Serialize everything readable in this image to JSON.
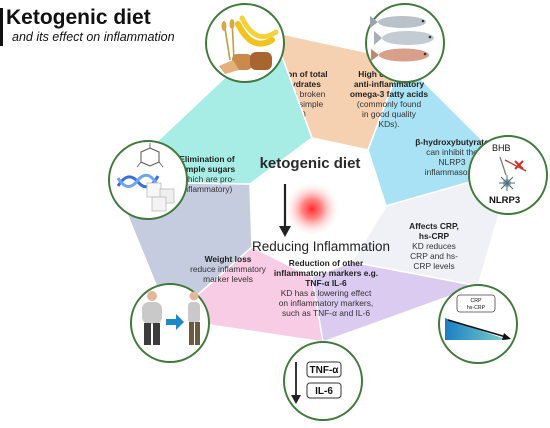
{
  "header": {
    "title": "Ketogenic diet",
    "subtitle": "and its effect on inflammation"
  },
  "center": {
    "label": "ketogenic diet",
    "outcome": "Reducing Inflammation"
  },
  "segments": [
    {
      "name": "carbohydrates",
      "fill": "#f6d1b1",
      "bold": [
        "Reduction of total",
        "carbohydrates"
      ],
      "normal": [
        "(which are broken",
        "down into simple",
        "sugars)"
      ]
    },
    {
      "name": "omega3",
      "fill": "#a8e2f4",
      "bold": [
        "High content of",
        "anti-inflammatory",
        "omega-3 fatty acids"
      ],
      "normal": [
        "(commonly found",
        "in good quality",
        "KDs)."
      ]
    },
    {
      "name": "bhb",
      "fill": "#eff1f6",
      "bold": [
        "β-hydroxybutyrate"
      ],
      "normal": [
        "can inhibit the",
        "NLRP3",
        "inflammasome"
      ]
    },
    {
      "name": "crp",
      "fill": "#dccbf1",
      "bold": [
        "Affects CRP,",
        "hs-CRP"
      ],
      "normal": [
        "KD reduces",
        "CRP and hs-",
        "CRP levels"
      ]
    },
    {
      "name": "markers",
      "fill": "#f7cce4",
      "bold": [
        "Reduction of other",
        "inflammatory markers e.g.",
        "TNF-α  IL-6"
      ],
      "normal": [
        "KD has a lowering effect",
        "on inflammatory markers,",
        "such as TNF-α and IL-6"
      ]
    },
    {
      "name": "weight",
      "fill": "#c5ccdf",
      "bold": [
        "Weight loss"
      ],
      "normal": [
        "reduce inflammatory",
        "marker levels"
      ]
    },
    {
      "name": "sugars",
      "fill": "#a8ece6",
      "bold": [
        "Elimination of",
        "simple sugars"
      ],
      "normal": [
        "(which are pro-",
        "inflammatory)"
      ]
    }
  ],
  "icons": {
    "bhb_label": "BHB",
    "nlrp3_label": "NLRP3",
    "crp_label": "CRP",
    "hscrp_label": "hs-CRP",
    "tnf_label": "TNF-α",
    "il6_label": "IL-6"
  }
}
